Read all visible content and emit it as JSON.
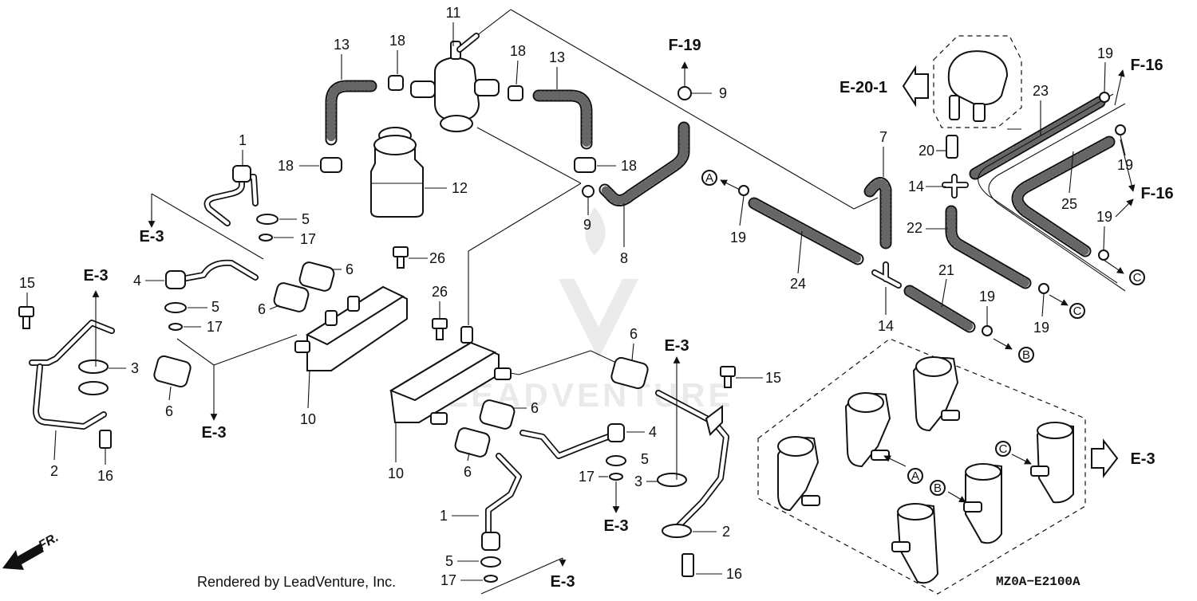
{
  "diagram": {
    "part_numbers": {
      "n1": "1",
      "n2": "2",
      "n3": "3",
      "n4": "4",
      "n5": "5",
      "n6": "6",
      "n7": "7",
      "n8": "8",
      "n9": "9",
      "n10": "10",
      "n11": "11",
      "n12": "12",
      "n13": "13",
      "n14": "14",
      "n15": "15",
      "n16": "16",
      "n17": "17",
      "n18": "18",
      "n19": "19",
      "n20": "20",
      "n21": "21",
      "n22": "22",
      "n23": "23",
      "n24": "24",
      "n25": "25",
      "n26": "26"
    },
    "refs": {
      "e3": "E-3",
      "f19": "F-19",
      "f16": "F-16",
      "e201": "E-20-1"
    },
    "connectors": {
      "a": "A",
      "b": "B",
      "c": "C"
    },
    "direction_label": "FR.",
    "watermark": "LEADVENTURE",
    "footer": {
      "credit": "Rendered by LeadVenture, Inc.",
      "diagram_code": "MZ0A−E2100A"
    }
  }
}
